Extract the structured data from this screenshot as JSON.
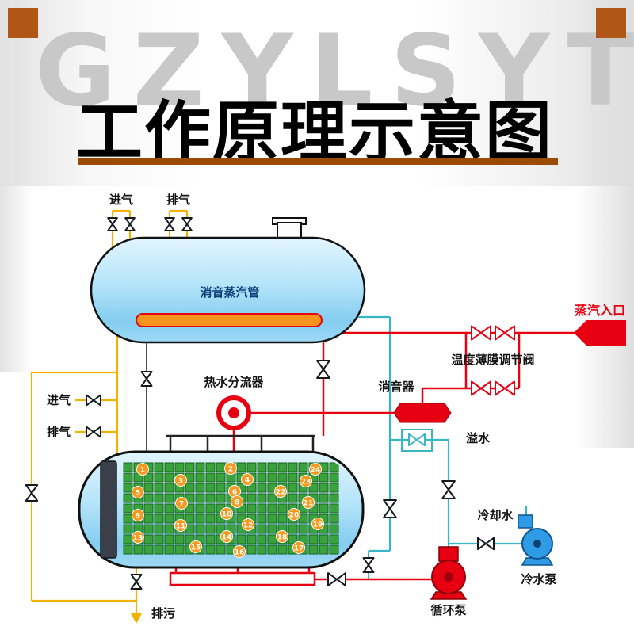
{
  "page": {
    "watermark": "GZYLSYT",
    "title": "工作原理示意图"
  },
  "labels": {
    "top_air_inlet": "进气",
    "top_air_outlet": "排气",
    "steam_inlet": "蒸汽入口",
    "temp_regulating_valve": "温度薄膜调节阀",
    "muffler": "消音器",
    "overflow": "溢水",
    "hot_water_splitter": "热水分流器",
    "muffler_steam_pipe": "消音蒸汽管",
    "left_air_inlet": "进气",
    "left_air_outlet": "排气",
    "drain": "排污",
    "cooling_water": "冷却水",
    "cold_water_pump": "冷水泵",
    "circulation_pump": "循环泵"
  },
  "tube_numbers": [
    1,
    2,
    3,
    4,
    5,
    6,
    7,
    8,
    9,
    10,
    11,
    12,
    13,
    14,
    15,
    16,
    17,
    18,
    19,
    20,
    21,
    22,
    23,
    24
  ],
  "colors": {
    "hot_pipe": "#e60012",
    "cool_pipe": "#38b6c6",
    "air_pipe": "#f3b200",
    "dark_valve": "#15181c",
    "number_badge": "#f6991c",
    "tube_green": "#3aa23b",
    "tube_green_dark": "#17611c",
    "cold_pump": "#2e9be6",
    "accent_underline": "#9c4a00",
    "corner_square": "#b05718"
  }
}
